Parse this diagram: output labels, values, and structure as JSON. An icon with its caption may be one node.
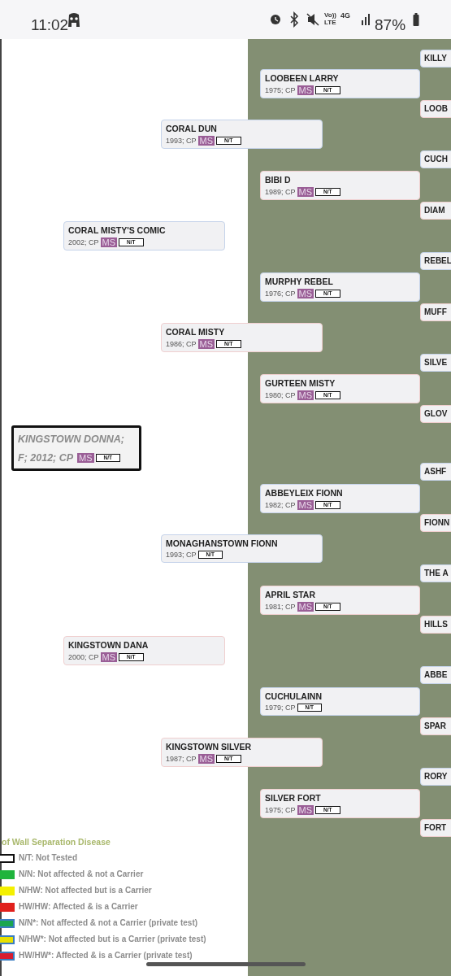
{
  "diagram": {
    "nodes": [
      {
        "text": [
          "KINGSTOWN DONNA; F; 2012; CP",
          "MS",
          "N/T"
        ]
      },
      {
        "text": [
          "CORAL MISTY'S COMIC",
          "2002; CP",
          "MS",
          "N/T"
        ]
      },
      {
        "text": [
          "KINGSTOWN DANA",
          "2000; CP",
          "MS",
          "N/T"
        ]
      },
      {
        "text": [
          "CORAL DUN",
          "1993; CP",
          "MS",
          "N/T"
        ]
      },
      {
        "text": [
          "CORAL MISTY",
          "1986; CP",
          "MS",
          "N/T"
        ]
      },
      {
        "text": [
          "MONAGHANSTOWN FIONN",
          "1993; CP",
          "N/T"
        ]
      },
      {
        "text": [
          "KINGSTOWN SILVER",
          "1987; CP",
          "MS",
          "N/T"
        ]
      },
      {
        "text": [
          "LOOBEEN LARRY",
          "1975; CP",
          "MS",
          "N/T"
        ]
      },
      {
        "text": [
          "BIBI D",
          "1989; CP",
          "MS",
          "N/T"
        ]
      },
      {
        "text": [
          "MURPHY REBEL",
          "1976; CP",
          "MS",
          "N/T"
        ]
      },
      {
        "text": [
          "GURTEEN MISTY",
          "1980; CP",
          "MS",
          "N/T"
        ]
      },
      {
        "text": [
          "ABBEYLEIX FIONN",
          "1982; CP",
          "MS",
          "N/T"
        ]
      },
      {
        "text": [
          "APRIL STAR",
          "1981; CP",
          "MS",
          "N/T"
        ]
      },
      {
        "text": [
          "CUCHULAINN",
          "1979; CP",
          "N/T"
        ]
      },
      {
        "text": [
          "SILVER FORT",
          "1975; CP",
          "MS",
          "N/T"
        ]
      },
      {
        "text": [
          "KILLY"
        ]
      },
      {
        "text": [
          "LOOB"
        ]
      },
      {
        "text": [
          "CUCH"
        ]
      },
      {
        "text": [
          "DIAM"
        ]
      },
      {
        "text": [
          "REBEL"
        ]
      },
      {
        "text": [
          "MUFF"
        ]
      },
      {
        "text": [
          "SILVE"
        ]
      },
      {
        "text": [
          "GLOV"
        ]
      },
      {
        "text": [
          "ASHF"
        ]
      },
      {
        "text": [
          "FIONN"
        ]
      },
      {
        "text": [
          "THE A"
        ]
      },
      {
        "text": [
          "HILLS"
        ]
      },
      {
        "text": [
          "ABBE"
        ]
      },
      {
        "text": [
          "SPAR"
        ]
      },
      {
        "text": [
          "RORY"
        ]
      },
      {
        "text": [
          "FORT"
        ]
      }
    ],
    "labels": [
      "11:02",
      "Vo))",
      "LTE",
      "4G",
      "87%",
      "of Wall Separation Disease"
    ],
    "legend": [
      {
        "text": "N/T: Not Tested",
        "color": "#ffffff"
      },
      {
        "text": "N/N: Not affected & not a Carrier",
        "color": "#1fb43c"
      },
      {
        "text": "N/HW: Not affected but is a Carrier",
        "color": "#f4f000"
      },
      {
        "text": "HW/HW: Affected & is a Carrier",
        "color": "#e0201c"
      },
      {
        "text": "N/N*: Not affected & not a Carrier (private test)",
        "color": "#1aa650"
      },
      {
        "text": "N/HW*: Not affected but is a Carrier (private test)",
        "color": "#e8e000"
      },
      {
        "text": "HW/HW*: Affected & is a Carrier (private test)",
        "color": "#d81c30"
      }
    ]
  }
}
